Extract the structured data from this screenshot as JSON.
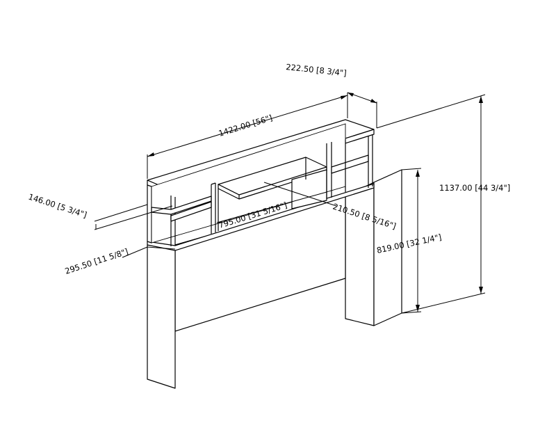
{
  "dimensions": {
    "width": "1422.00 [56\"]",
    "depth_top": "222.50 [8 3/4\"]",
    "overall_height": "1137.00 [44 3/4\"]",
    "leg_height": "819.00 [32 1/4\"]",
    "shelf_height": "146.00 [5 3/4\"]",
    "leg_width": "295.50 [11 5/8\"]",
    "inner_width": "795.00 [31 5/16\"]",
    "inner_depth": "210.50 [8 5/16\"]"
  }
}
